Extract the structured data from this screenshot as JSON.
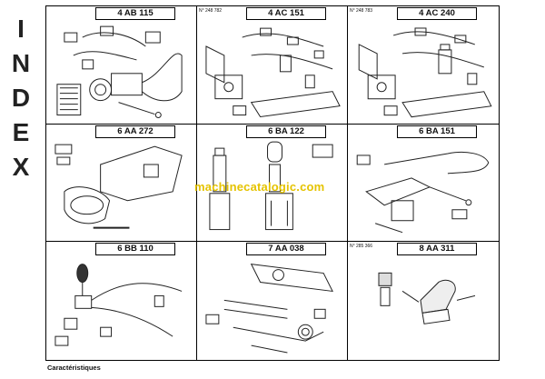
{
  "side_title": [
    "I",
    "N",
    "D",
    "E",
    "X"
  ],
  "watermark": "machinecatalogic.com",
  "footer": "Caractéristiques",
  "cells": [
    {
      "code": "4 AB 115",
      "ref": ""
    },
    {
      "code": "4 AC 151",
      "ref": "N° 248 782"
    },
    {
      "code": "4 AC 240",
      "ref": "N° 248 783"
    },
    {
      "code": "6 AA 272",
      "ref": ""
    },
    {
      "code": "6 BA 122",
      "ref": ""
    },
    {
      "code": "6 BA 151",
      "ref": ""
    },
    {
      "code": "6 BB 110",
      "ref": ""
    },
    {
      "code": "7 AA 038",
      "ref": ""
    },
    {
      "code": "8 AA 311",
      "ref": "N° 285 366"
    }
  ]
}
